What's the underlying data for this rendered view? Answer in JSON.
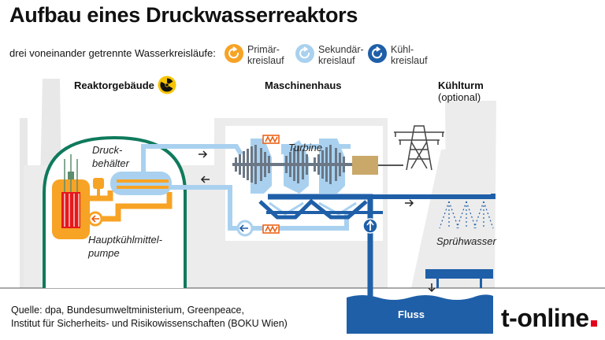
{
  "title": "Aufbau eines Druckwasserreaktors",
  "subtitle": "drei voneinander getrennte Wasserkreisläufe:",
  "legend": [
    {
      "label_line1": "Primär-",
      "label_line2": "kreislauf",
      "color": "#f7a325",
      "icon": "circular-arrow-orange-icon"
    },
    {
      "label_line1": "Sekundär-",
      "label_line2": "kreislauf",
      "color": "#a9d1ef",
      "icon": "circular-arrow-lightblue-icon"
    },
    {
      "label_line1": "Kühl-",
      "label_line2": "kreislauf",
      "color": "#1f5fa8",
      "icon": "circular-arrow-darkblue-icon"
    }
  ],
  "sections": {
    "reactor_building": "Reaktorgebäude",
    "machine_house": "Maschinenhaus",
    "cooling_tower": "Kühlturm",
    "cooling_tower_note": "(optional)"
  },
  "labels": {
    "pressure_vessel_line1": "Druck-",
    "pressure_vessel_line2": "behälter",
    "pump_line1": "Hauptkühlmittel-",
    "pump_line2": "pumpe",
    "turbine": "Turbine",
    "spray_water": "Sprühwasser",
    "river": "Fluss"
  },
  "source": {
    "line1": "Quelle: dpa, Bundesumweltministerium, Greenpeace,",
    "line2": "Institut für Sicherheits- und Risikowissenschaften (BOKU Wien)"
  },
  "brand": "t-online",
  "colors": {
    "primary": "#f7a325",
    "primary_dark": "#ea5b0c",
    "secondary": "#a9d1ef",
    "cooling": "#1f5fa8",
    "reactor_dome": "#0f7a5c",
    "building_gray": "#e6e6e6",
    "brand_red": "#e2001a"
  }
}
